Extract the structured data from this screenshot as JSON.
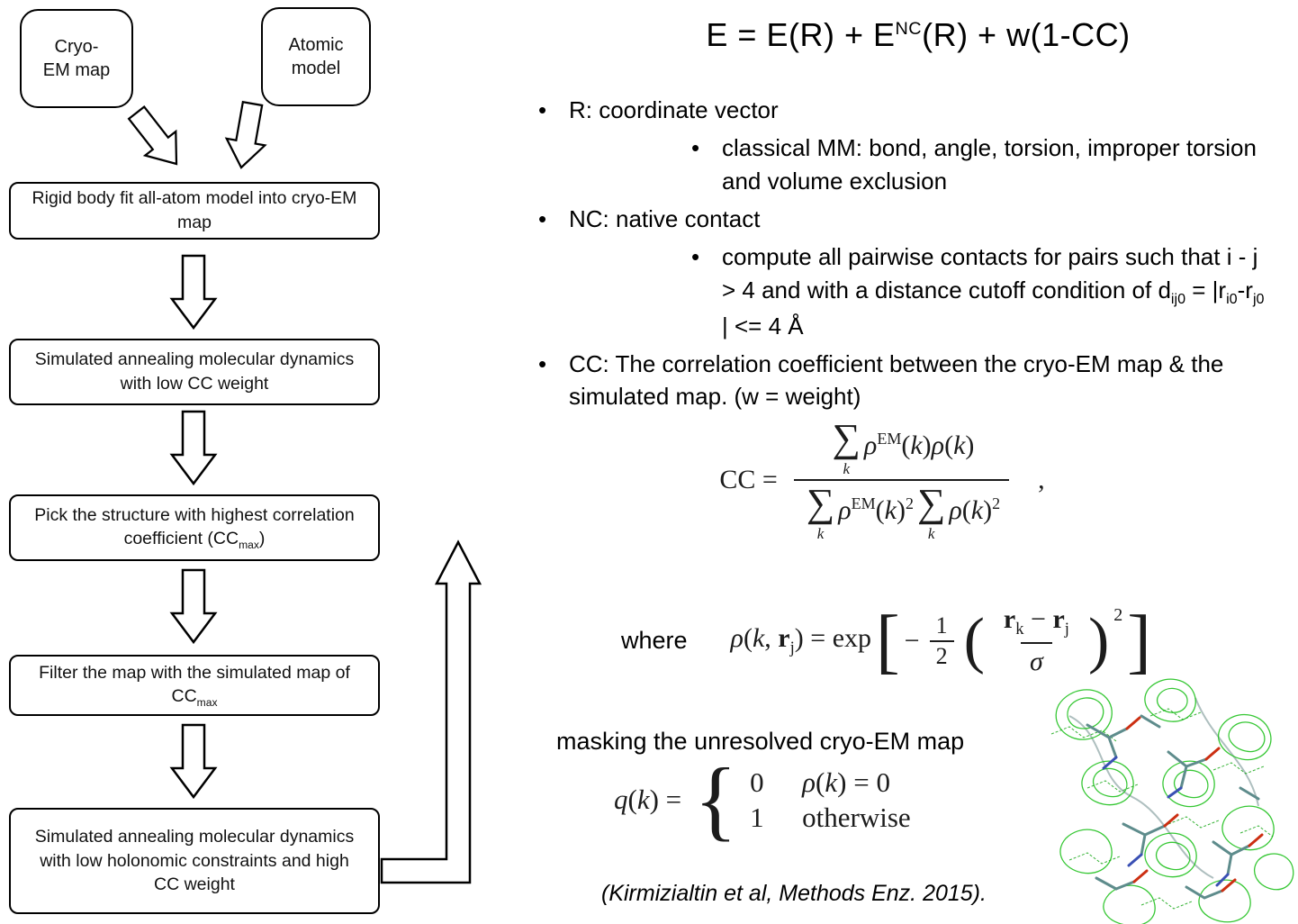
{
  "bullet_char": "•",
  "flowchart": {
    "inputs": [
      {
        "label": "Cryo-\nEM map"
      },
      {
        "label": "Atomic\nmodel"
      }
    ],
    "steps": [
      {
        "parts": [
          {
            "t": "Rigid body fit all-atom model into cryo-EM map"
          }
        ]
      },
      {
        "parts": [
          {
            "t": "Simulated annealing molecular dynamics with low CC weight"
          }
        ]
      },
      {
        "parts": [
          {
            "t": "Pick the structure with highest correlation coefficient (CC"
          },
          {
            "sub": "max"
          },
          {
            "t": ")"
          }
        ]
      },
      {
        "parts": [
          {
            "t": "Filter the map with the simulated map of CC"
          },
          {
            "sub": "max"
          }
        ]
      },
      {
        "parts": [
          {
            "t": "Simulated annealing molecular dynamics with low holonomic constraints and high CC weight"
          }
        ]
      }
    ]
  },
  "main_equation": [
    {
      "t": "E = E(R) + E"
    },
    {
      "sup": "NC"
    },
    {
      "t": "(R) + w(1-CC)"
    }
  ],
  "bullets": [
    {
      "level": 1,
      "parts": [
        {
          "t": "R: coordinate vector"
        }
      ]
    },
    {
      "level": 2,
      "parts": [
        {
          "t": "classical MM: bond, angle, torsion, improper torsion and volume exclusion"
        }
      ]
    },
    {
      "level": 1,
      "parts": [
        {
          "t": "NC: native contact"
        }
      ]
    },
    {
      "level": 2,
      "parts": [
        {
          "t": "compute all pairwise contacts for pairs such that i - j > 4 and with a distance cutoff condition of d"
        },
        {
          "sub": "ij0"
        },
        {
          "t": " = |r"
        },
        {
          "sub": "i0"
        },
        {
          "t": "-r"
        },
        {
          "sub": "j0"
        },
        {
          "t": " | <= 4 Å"
        }
      ]
    },
    {
      "level": 1,
      "parts": [
        {
          "t": "CC: The correlation coefficient between the cryo-EM map & the simulated map. (w = weight)"
        }
      ]
    }
  ],
  "equations": {
    "cc": {
      "lhs": "CC =",
      "num": [
        {
          "sum": "k"
        },
        {
          "i": "ρ"
        },
        {
          "sup": "EM"
        },
        {
          "t": "("
        },
        {
          "i": "k"
        },
        {
          "t": ")"
        },
        {
          "i": "ρ"
        },
        {
          "t": "("
        },
        {
          "i": "k"
        },
        {
          "t": ")"
        }
      ],
      "den": [
        {
          "sum": "k"
        },
        {
          "i": "ρ"
        },
        {
          "sup": "EM"
        },
        {
          "t": "("
        },
        {
          "i": "k"
        },
        {
          "t": ")"
        },
        {
          "sup": "2"
        },
        {
          "sum": "k"
        },
        {
          "i": "ρ"
        },
        {
          "t": "("
        },
        {
          "i": "k"
        },
        {
          "t": ")"
        },
        {
          "sup": "2"
        }
      ],
      "comma": ","
    },
    "where_label": "where",
    "rho": {
      "lhs": [
        {
          "i": "ρ"
        },
        {
          "t": "("
        },
        {
          "i": "k"
        },
        {
          "t": ", "
        },
        {
          "b": "r"
        },
        {
          "sub": "j"
        },
        {
          "t": ") = exp"
        }
      ],
      "lbracket": "[",
      "rbracket": "]",
      "minus": "−",
      "half_num": "1",
      "half_den": "2",
      "lparen": "(",
      "rparen": ")",
      "inner_num": [
        {
          "b": "r"
        },
        {
          "sub": "k"
        },
        {
          "t": " − "
        },
        {
          "b": "r"
        },
        {
          "sub": "j"
        }
      ],
      "inner_den": [
        {
          "i": "σ"
        }
      ],
      "power": "2"
    },
    "masking_label": "masking the unresolved cryo-EM map",
    "mask": {
      "lhs": [
        {
          "i": "q"
        },
        {
          "t": "("
        },
        {
          "i": "k"
        },
        {
          "t": ") ="
        }
      ],
      "brace": "{",
      "rows": [
        {
          "val": "0",
          "cond": [
            {
              "i": "ρ"
            },
            {
              "t": "("
            },
            {
              "i": "k"
            },
            {
              "t": ") = 0"
            }
          ]
        },
        {
          "val": "1",
          "cond": [
            {
              "t": "otherwise"
            }
          ]
        }
      ]
    }
  },
  "citation": "(Kirmizialtin et al, Methods Enz. 2015).",
  "figure": {
    "name": "cryo-em-density-with-fitted-atomic-model",
    "mesh_color": "#21c21f",
    "stick_color": "#5e8c8c",
    "oxygen_color": "#cc2f12",
    "nitrogen_color": "#3a50b4"
  }
}
